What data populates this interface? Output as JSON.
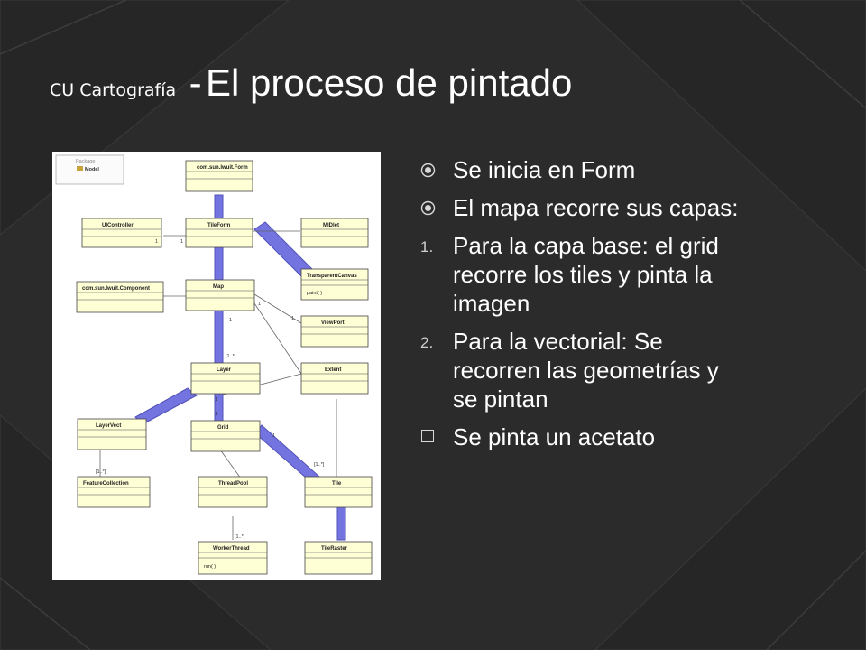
{
  "slide": {
    "title_small": "CU Cartografía",
    "title_dash": "-",
    "title_big": "El proceso de pintado"
  },
  "diagram": {
    "package_label": "Package",
    "package_name": "Model",
    "classes": {
      "form": "com.sun.lwuit.Form",
      "uicontroller": "UIController",
      "tileform": "TileForm",
      "midlet": "MIDlet",
      "transparentcanvas": "TransparentCanvas",
      "transparentcanvas_op": "paint( )",
      "component": "com.sun.lwuit.Component",
      "map": "Map",
      "viewport": "ViewPort",
      "layer": "Layer",
      "extent": "Extent",
      "layervect": "LayerVect",
      "grid": "Grid",
      "featurecollection": "FeatureCollection",
      "threadpool": "ThreadPool",
      "tile": "Tile",
      "workerthread": "WorkerThread",
      "workerthread_op": "run( )",
      "tileraster": "TileRaster"
    },
    "multiplicities": {
      "uic_left": "1",
      "uic_right": "1",
      "map_one": "1",
      "map_vp_one": "1",
      "map_vp_two": "1",
      "layers_many": "[1..*]",
      "grid_a": "1",
      "grid_b": "1",
      "grid_tile_one": "1",
      "fc_many": "[1..*]",
      "tile_many": "[1..*]",
      "worker_many": "[1..*]"
    }
  },
  "bullets": [
    {
      "type": "sun",
      "text": "Se inicia en Form"
    },
    {
      "type": "sun",
      "text": "El mapa recorre sus capas:"
    },
    {
      "type": "number",
      "num": "1.",
      "text": "Para la capa base: el grid recorre los tiles y pinta la imagen"
    },
    {
      "type": "number",
      "num": "2.",
      "text": "Para la vectorial: Se recorren las geometrías y se pintan"
    },
    {
      "type": "box",
      "text": "Se pinta un acetato"
    }
  ],
  "colors": {
    "background": "#2b2b2b",
    "class_fill": "#ffffd6",
    "highlight": "#7474e0",
    "text": "#ffffff"
  },
  "icons": [
    "sun-bullet-icon",
    "empty-box-bullet-icon",
    "package-folder-icon"
  ]
}
